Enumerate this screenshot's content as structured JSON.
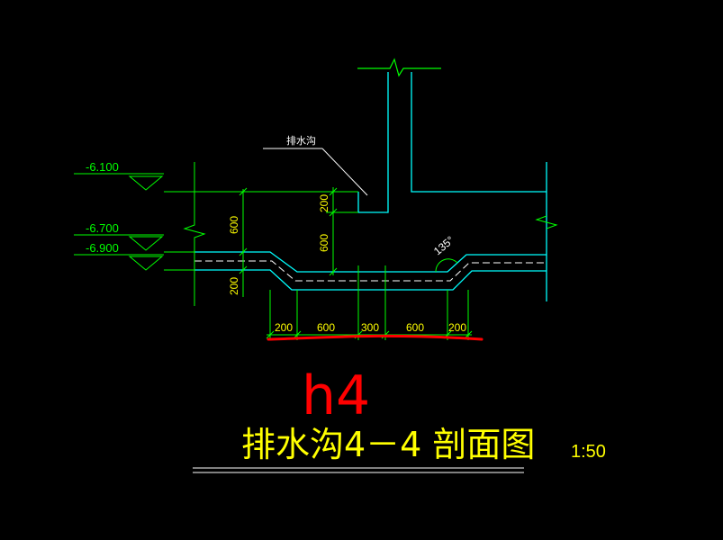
{
  "colors": {
    "background": "#000000",
    "structure": "#00ffff",
    "dimension": "#00ff00",
    "text": "#ffff00",
    "annotation": "#ff0000",
    "underline": "#ffffff",
    "callout": "#ffffff"
  },
  "levels": [
    "-6.100",
    "-6.700",
    "-6.900"
  ],
  "dimensions": {
    "left_upper": "600",
    "left_lower": "200",
    "mid_upper": "200",
    "mid_lower": "600",
    "bottom": [
      "200",
      "600",
      "300",
      "600",
      "200"
    ]
  },
  "angle_label": "135°",
  "callout_label": "排水沟",
  "title": "排水沟4－4 剖面图",
  "scale": "1:50",
  "handwritten_note": "h4"
}
